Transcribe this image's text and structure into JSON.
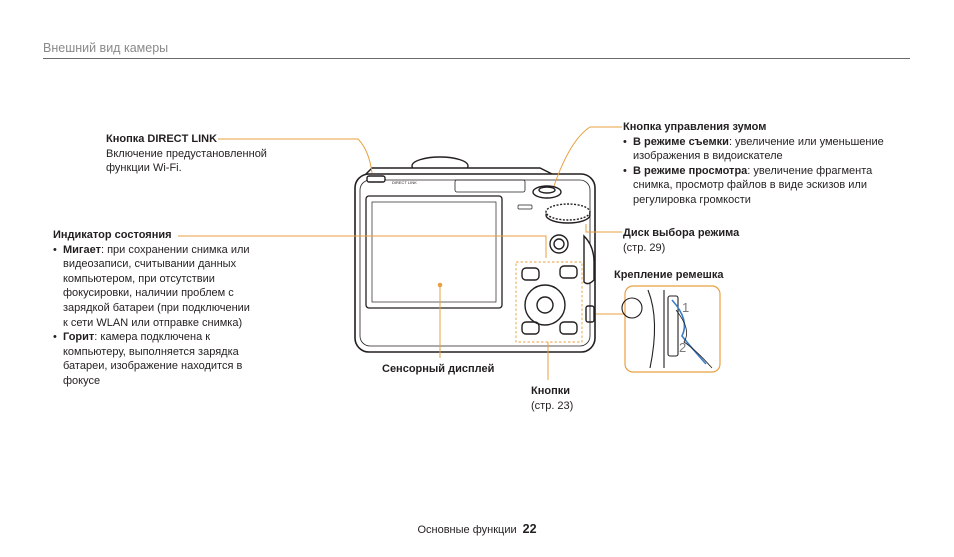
{
  "header": {
    "section": "Внешний вид камеры"
  },
  "callouts": {
    "direct_link": {
      "title": "Кнопка DIRECT LINK",
      "lines": [
        "Включение предустановленной",
        "функции Wi-Fi."
      ]
    },
    "status": {
      "title": "Индикатор состояния",
      "items": [
        {
          "term": "Мигает",
          "lines": [
            ": при сохранении снимка или",
            "видеозаписи, считывании данных",
            "компьютером, при отсутствии",
            "фокусировки, наличии проблем с",
            "зарядкой батареи (при подключении",
            "к сети WLAN или отправке снимка)"
          ]
        },
        {
          "term": "Горит",
          "lines": [
            ": камера подключена к",
            "компьютеру, выполняется зарядка",
            "батареи, изображение находится в",
            "фокусе"
          ]
        }
      ]
    },
    "zoom": {
      "title": "Кнопка управления зумом",
      "items": [
        {
          "term": "В режиме съемки",
          "lines": [
            ": увеличение или уменьшение",
            "изображения в видоискателе"
          ]
        },
        {
          "term": "В режиме просмотра",
          "lines": [
            ": увеличение фрагмента",
            "снимка, просмотр файлов в виде эскизов или",
            "регулировка громкости"
          ]
        }
      ]
    },
    "mode_dial": {
      "title": "Диск выбора режима",
      "ref": "(стр. 29)"
    },
    "strap": {
      "title": "Крепление ремешка"
    },
    "touch": {
      "title": "Сенсорный дисплей"
    },
    "buttons": {
      "title": "Кнопки",
      "ref": "(стр. 23)"
    }
  },
  "camera": {
    "body_text": "DIRECT LINK",
    "strap_steps": [
      "1",
      "2"
    ]
  },
  "colors": {
    "leader": "#e8a040",
    "ink": "#231f20"
  },
  "footer": {
    "label": "Основные функции",
    "page": "22"
  }
}
